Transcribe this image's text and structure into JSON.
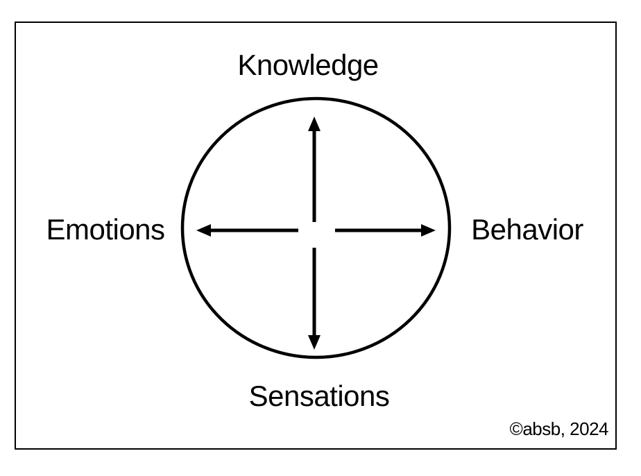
{
  "diagram": {
    "labels": {
      "top": "Knowledge",
      "right": "Behavior",
      "bottom": "Sensations",
      "left": "Emotions"
    },
    "copyright": "©absb, 2024",
    "colors": {
      "stroke": "#000000",
      "background": "#ffffff"
    }
  }
}
